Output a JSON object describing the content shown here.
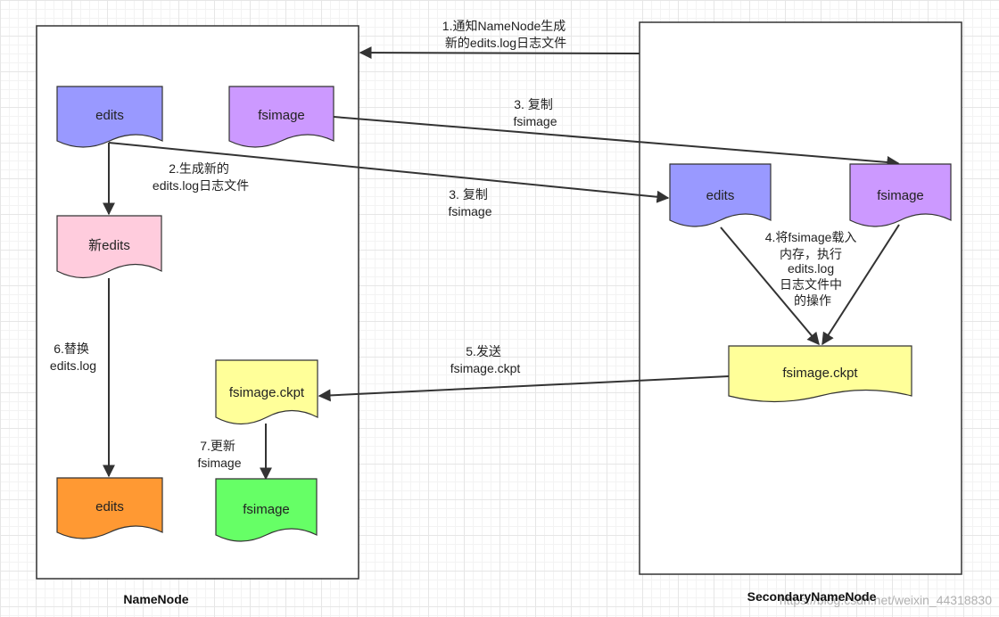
{
  "containers": {
    "namenode": {
      "label": "NameNode"
    },
    "secondary": {
      "label": "SecondaryNameNode"
    }
  },
  "nodes": {
    "nn_edits": {
      "label": "edits",
      "color": "#9999ff"
    },
    "nn_fsimage": {
      "label": "fsimage",
      "color": "#cc99ff"
    },
    "nn_new_edits": {
      "label": "新edits",
      "color": "#ffccdd"
    },
    "nn_edits_final": {
      "label": "edits",
      "color": "#ff9933"
    },
    "nn_fsimage_ckpt": {
      "label": "fsimage.ckpt",
      "color": "#ffff99"
    },
    "nn_fsimage_final": {
      "label": "fsimage",
      "color": "#66ff66"
    },
    "sn_edits": {
      "label": "edits",
      "color": "#9999ff"
    },
    "sn_fsimage": {
      "label": "fsimage",
      "color": "#cc99ff"
    },
    "sn_fsimage_ckpt": {
      "label": "fsimage.ckpt",
      "color": "#ffff99"
    }
  },
  "edge_labels": {
    "step1": [
      "1.通知NameNode生成",
      "新的edits.log日志文件"
    ],
    "step2": [
      "2.生成新的",
      "edits.log日志文件"
    ],
    "step3a": [
      "3. 复制",
      "fsimage"
    ],
    "step3b": [
      "3. 复制",
      "fsimage"
    ],
    "step4": [
      "4.将fsimage载入",
      "内存，执行",
      "edits.log",
      "日志文件中",
      "的操作"
    ],
    "step5": [
      "5.发送",
      "fsimage.ckpt"
    ],
    "step6": [
      "6.替换",
      "edits.log"
    ],
    "step7": [
      "7.更新",
      "fsimage"
    ]
  },
  "watermark": "https://blog.csdn.net/weixin_44318830"
}
